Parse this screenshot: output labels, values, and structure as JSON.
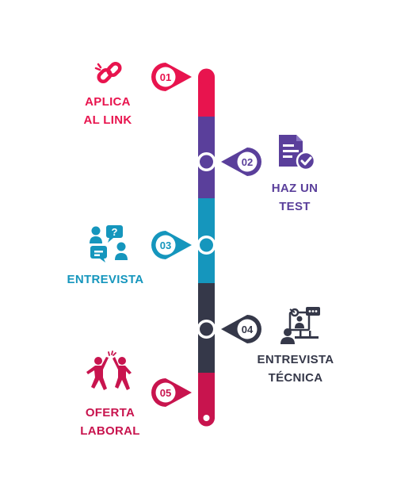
{
  "colors": {
    "step1": "#e8144e",
    "step2": "#5a3f9b",
    "step3": "#1596bd",
    "step4": "#353849",
    "step5": "#c8144e"
  },
  "steps": [
    {
      "number": "01",
      "line1": "APLICA",
      "line2": "AL LINK",
      "icon": "link-icon",
      "color": "#e8144e"
    },
    {
      "number": "02",
      "line1": "HAZ UN",
      "line2": "TEST",
      "icon": "test-document-icon",
      "color": "#5a3f9b"
    },
    {
      "number": "03",
      "line1": "ENTREVISTA",
      "line2": "",
      "icon": "interview-people-icon",
      "color": "#1596bd"
    },
    {
      "number": "04",
      "line1": "ENTREVISTA",
      "line2": "TÉCNICA",
      "icon": "video-call-icon",
      "color": "#353849"
    },
    {
      "number": "05",
      "line1": "OFERTA",
      "line2": "LABORAL",
      "icon": "celebration-high-five-icon",
      "color": "#c8144e"
    }
  ]
}
